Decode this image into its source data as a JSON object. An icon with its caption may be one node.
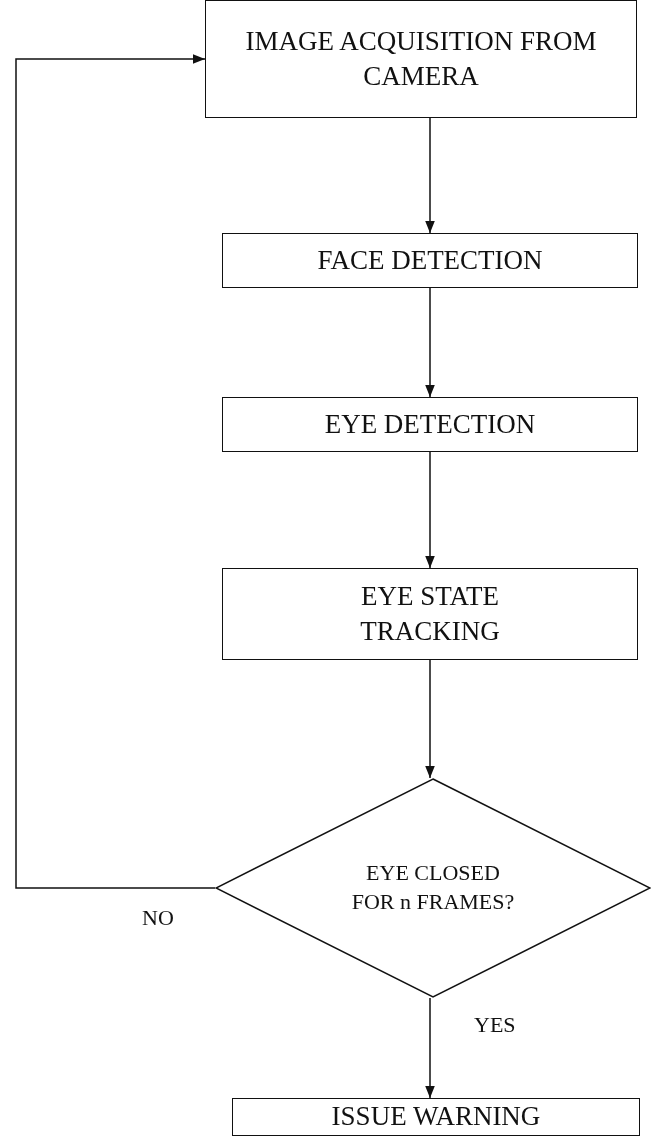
{
  "diagram": {
    "nodes": [
      {
        "text": [
          "IMAGE ACQUISITION FROM CAMERA"
        ]
      },
      {
        "text": [
          "FACE DETECTION"
        ]
      },
      {
        "text": [
          "EYE DETECTION"
        ]
      },
      {
        "text": [
          "EYE STATE TRACKING"
        ]
      },
      {
        "text": [
          "EYE CLOSED FOR n FRAMES?"
        ]
      },
      {
        "text": [
          "ISSUE WARNING"
        ]
      }
    ],
    "edges": [
      {
        "from": 0,
        "to": 1,
        "arrow": "to"
      },
      {
        "from": 1,
        "to": 2,
        "arrow": "to"
      },
      {
        "from": 2,
        "to": 3,
        "arrow": "to"
      },
      {
        "from": 3,
        "to": 4,
        "arrow": "to"
      },
      {
        "from": 4,
        "to": 5,
        "arrow": "to",
        "label": "YES"
      },
      {
        "from": 4,
        "to": 0,
        "arrow": "to",
        "label": "NO"
      }
    ]
  }
}
